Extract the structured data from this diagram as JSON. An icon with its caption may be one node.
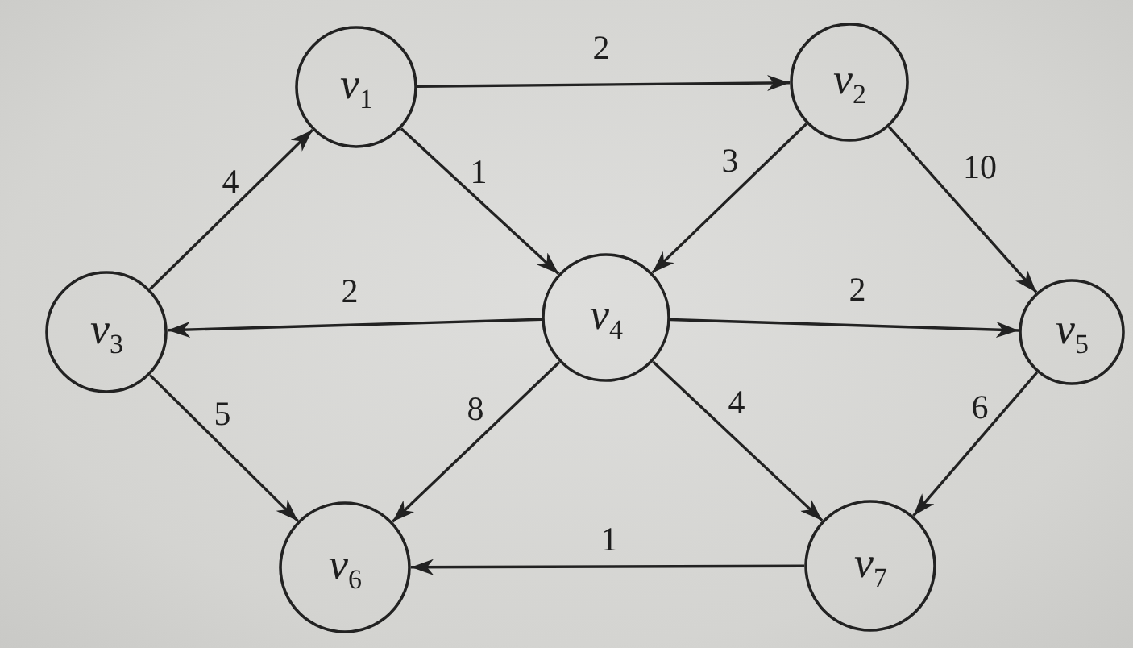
{
  "diagram": {
    "nodes": [
      {
        "text": [
          "*v*$_{1}$"
        ]
      },
      {
        "text": [
          "*v*$_{2}$"
        ]
      },
      {
        "text": [
          "*v*$_{3}$"
        ]
      },
      {
        "text": [
          "*v*$_{4}$"
        ]
      },
      {
        "text": [
          "*v*$_{5}$"
        ]
      },
      {
        "text": [
          "*v*$_{6}$"
        ]
      },
      {
        "text": [
          "*v*$_{7}$"
        ]
      }
    ],
    "edges": [
      {
        "from": 0,
        "to": 1,
        "arrow": "to",
        "label": "2"
      },
      {
        "from": 0,
        "to": 3,
        "arrow": "to",
        "label": "1"
      },
      {
        "from": 2,
        "to": 0,
        "arrow": "to",
        "label": "4"
      },
      {
        "from": 3,
        "to": 2,
        "arrow": "to",
        "label": "2"
      },
      {
        "from": 1,
        "to": 3,
        "arrow": "to",
        "label": "3"
      },
      {
        "from": 1,
        "to": 4,
        "arrow": "to",
        "label": "10"
      },
      {
        "from": 3,
        "to": 4,
        "arrow": "to",
        "label": "2"
      },
      {
        "from": 2,
        "to": 5,
        "arrow": "to",
        "label": "5"
      },
      {
        "from": 3,
        "to": 5,
        "arrow": "to",
        "label": "8"
      },
      {
        "from": 3,
        "to": 6,
        "arrow": "to",
        "label": "4"
      },
      {
        "from": 4,
        "to": 6,
        "arrow": "to",
        "label": "6"
      },
      {
        "from": 6,
        "to": 5,
        "arrow": "to",
        "label": "1"
      }
    ]
  }
}
